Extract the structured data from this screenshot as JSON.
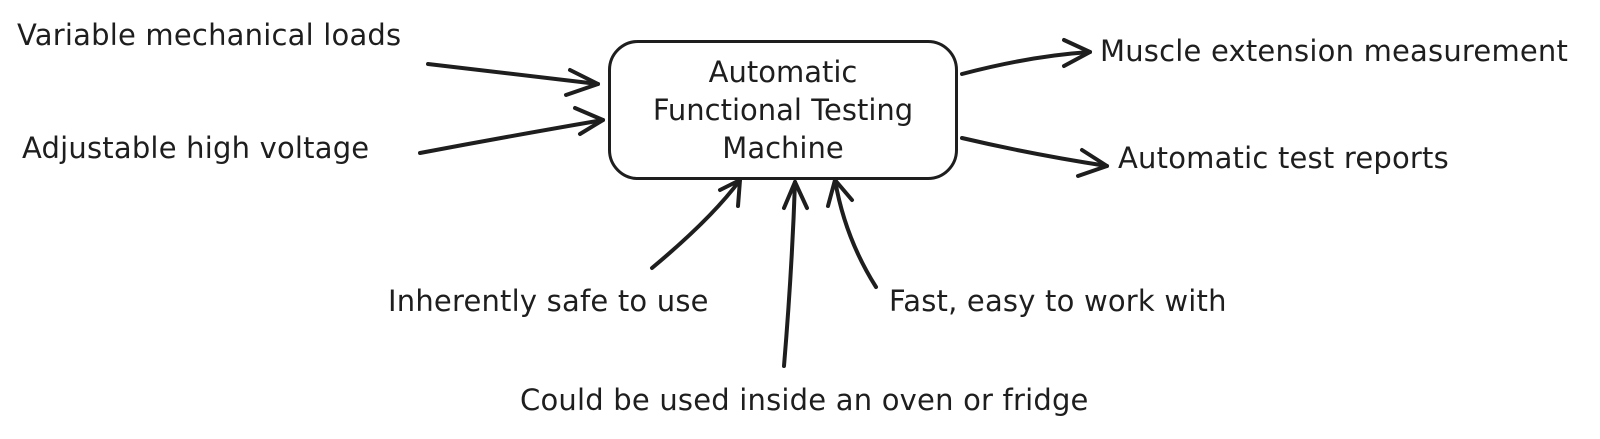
{
  "center": {
    "lines": [
      "Automatic",
      "Functional Testing",
      "Machine"
    ]
  },
  "inputs": {
    "variable_loads": "Variable mechanical loads",
    "high_voltage": "Adjustable high voltage"
  },
  "outputs": {
    "muscle_extension": "Muscle extension measurement",
    "test_reports": "Automatic test reports"
  },
  "qualities": {
    "safe": "Inherently safe to use",
    "fast": "Fast, easy to work with",
    "oven": "Could be used inside an oven or fridge"
  },
  "colors": {
    "stroke": "#1e1e1e",
    "background": "#ffffff"
  }
}
